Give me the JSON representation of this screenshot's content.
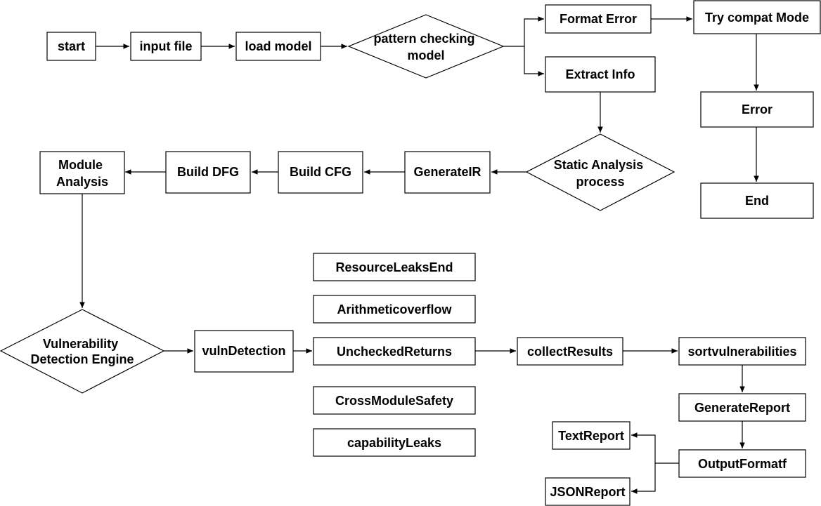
{
  "nodes": {
    "start": "start",
    "input_file": "input file",
    "load_model": "load model",
    "pattern_checking_model": [
      "pattern checking",
      "model"
    ],
    "format_error": "Format Error",
    "extract_info": "Extract Info",
    "try_compat_mode": "Try compat Mode",
    "error": "Error",
    "end": "End",
    "static_analysis_process": [
      "Static Analysis",
      "process"
    ],
    "generate_ir": "GenerateIR",
    "build_cfg": "Build CFG",
    "build_dfg": "Build DFG",
    "module_analysis": [
      "Module",
      "Analysis"
    ],
    "vulnerability_detection_engine": [
      "Vulnerability",
      "Detection Engine"
    ],
    "vuln_detection": "vulnDetection",
    "resource_leaks_end": "ResourceLeaksEnd",
    "arithmetic_overflow": "Arithmeticoverflow",
    "unchecked_returns": "UncheckedReturns",
    "cross_module_safety": "CrossModuleSafety",
    "capability_leaks": "capabilityLeaks",
    "collect_results": "collectResults",
    "sort_vulnerabilities": "sortvulnerabilities",
    "generate_report": "GenerateReport",
    "output_formatf": "OutputFormatf",
    "text_report": "TextReport",
    "json_report": "JSONReport"
  }
}
